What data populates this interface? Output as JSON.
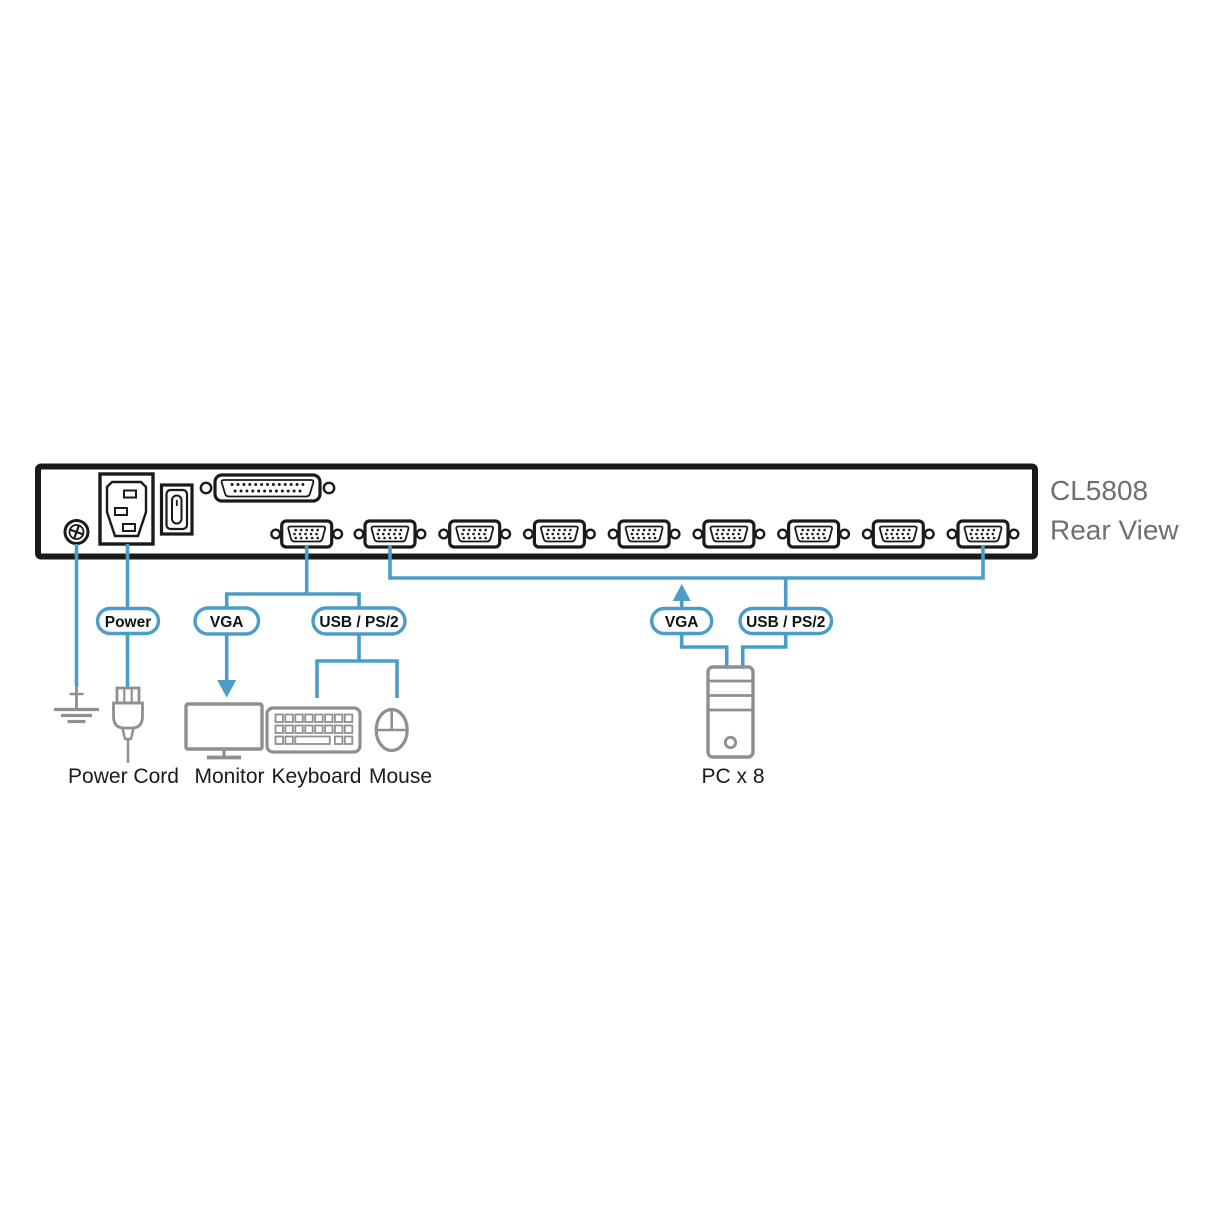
{
  "title": {
    "model": "CL5808",
    "view": "Rear View"
  },
  "badges": {
    "power": "Power",
    "console_vga": "VGA",
    "console_usb_ps2": "USB / PS/2",
    "pc_vga": "VGA",
    "pc_usb_ps2": "USB / PS/2"
  },
  "device_labels": {
    "power_cord": "Power Cord",
    "monitor": "Monitor",
    "keyboard": "Keyboard",
    "mouse": "Mouse",
    "pc_group": "PC x 8"
  },
  "ports": {
    "kvm_vga_count": 8,
    "db25_pin_rows": [
      13,
      12
    ]
  },
  "colors": {
    "cable_blue": "#4A9DC6",
    "device_gray": "#8F8F8F",
    "outline_black": "#1A1A1A",
    "title_gray": "#6F6F6F"
  }
}
